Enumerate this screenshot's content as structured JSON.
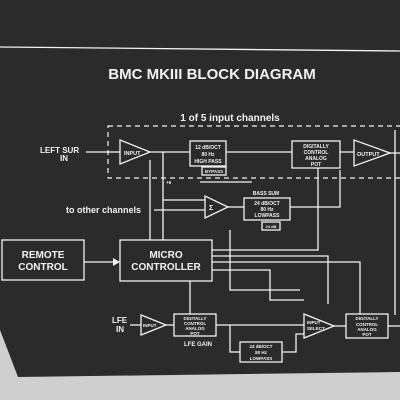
{
  "colors": {
    "panel": "#2b2b2b",
    "ink": "#f2f2f2",
    "surround": "#cfcfcf"
  },
  "title": "BMC MKIII BLOCK DIAGRAM",
  "channel_note": "1 of 5 input channels",
  "inputs": {
    "left_sur": [
      "LEFT SUR",
      "IN"
    ],
    "other_channels": "to other channels",
    "lfe": [
      "LFE",
      "IN"
    ]
  },
  "blocks": {
    "input_amp": "INPUT",
    "highpass": [
      "12 dB/OCT",
      "80 Hz",
      "HIGH PASS"
    ],
    "bypass": "BYPASS",
    "pot_top": [
      "DIGITALLY",
      "CONTROL",
      "ANALOG",
      "POT"
    ],
    "output_amp": "OUTPUT",
    "bass_sum_label": "BASS SUM",
    "lowpass": [
      "24 dB/OCT",
      "80 Hz",
      "LOWPASS"
    ],
    "lowpass_small": "24 dB",
    "remote": [
      "REMOTE",
      "CONTROL"
    ],
    "micro": [
      "MICRO",
      "CONTROLLER"
    ],
    "lfe_input": "INPUT",
    "lfe_pot": [
      "DIGITALLY",
      "CONTROL",
      "ANALOG",
      "POT"
    ],
    "lfe_gain": "LFE GAIN",
    "lfe_lowpass": [
      "24 dB/OCT",
      "80 Hz",
      "LOWPASS"
    ],
    "input_select": [
      "INPUT",
      "SELECT"
    ],
    "pot_bottom": [
      "DIGITALLY",
      "CONTROL",
      "ANALOG",
      "POT"
    ],
    "summer_mark": "Σ"
  }
}
